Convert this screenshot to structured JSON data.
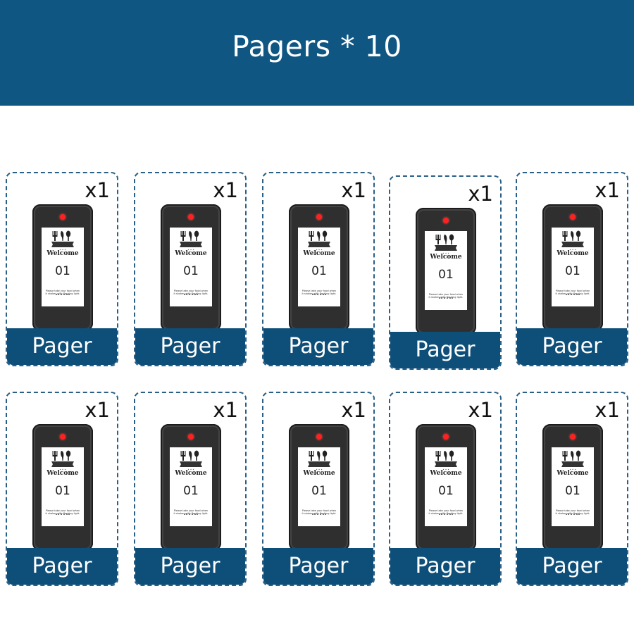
{
  "banner": {
    "title": "Pagers * 10",
    "color": "#0f5683"
  },
  "cards": [
    {
      "quantity": "x1",
      "label": "Pager",
      "screen": {
        "welcome": "Welcome",
        "number": "01",
        "note_lines": [
          "Please take your food when",
          "it shakes with flashing light."
        ]
      }
    },
    {
      "quantity": "x1",
      "label": "Pager",
      "screen": {
        "welcome": "Welcome",
        "number": "01",
        "note_lines": [
          "Please take your food when",
          "it shakes with flashing light."
        ]
      }
    },
    {
      "quantity": "x1",
      "label": "Pager",
      "screen": {
        "welcome": "Welcome",
        "number": "01",
        "note_lines": [
          "Please take your food when",
          "it shakes with flashing light."
        ]
      }
    },
    {
      "quantity": "x1",
      "label": "Pager",
      "screen": {
        "welcome": "Welcome",
        "number": "01",
        "note_lines": [
          "Please take your food when",
          "it shakes with flashing light."
        ]
      }
    },
    {
      "quantity": "x1",
      "label": "Pager",
      "screen": {
        "welcome": "Welcome",
        "number": "01",
        "note_lines": [
          "Please take your food when",
          "it shakes with flashing light."
        ]
      }
    },
    {
      "quantity": "x1",
      "label": "Pager",
      "screen": {
        "welcome": "Welcome",
        "number": "01",
        "note_lines": [
          "Please take your food when",
          "it shakes with flashing light."
        ]
      }
    },
    {
      "quantity": "x1",
      "label": "Pager",
      "screen": {
        "welcome": "Welcome",
        "number": "01",
        "note_lines": [
          "Please take your food when",
          "it shakes with flashing light."
        ]
      }
    },
    {
      "quantity": "x1",
      "label": "Pager",
      "screen": {
        "welcome": "Welcome",
        "number": "01",
        "note_lines": [
          "Please take your food when",
          "it shakes with flashing light."
        ]
      }
    },
    {
      "quantity": "x1",
      "label": "Pager",
      "screen": {
        "welcome": "Welcome",
        "number": "01",
        "note_lines": [
          "Please take your food when",
          "it shakes with flashing light."
        ]
      }
    },
    {
      "quantity": "x1",
      "label": "Pager",
      "screen": {
        "welcome": "Welcome",
        "number": "01",
        "note_lines": [
          "Please take your food when",
          "it shakes with flashing light."
        ]
      }
    }
  ],
  "icons": {
    "logo": "fork-knife-spoon-icon",
    "led": "red-led-indicator"
  },
  "colors": {
    "accent": "#0e4f7a",
    "device_body": "#2f2f2f",
    "led": "#ff2020"
  }
}
